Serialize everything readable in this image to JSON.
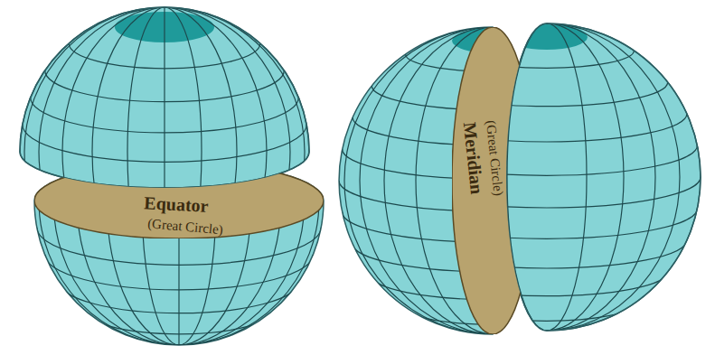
{
  "diagram": {
    "nodes": [
      {
        "text": [
          "Equator",
          "(Great Circle)"
        ]
      },
      {
        "text": [
          "Meridian",
          "(Great Circle)"
        ]
      }
    ]
  }
}
